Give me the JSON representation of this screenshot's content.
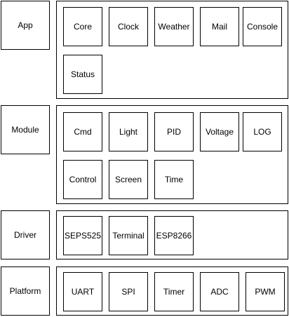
{
  "layers": [
    {
      "label": "App",
      "modules": [
        "Core",
        "Clock",
        "Weather",
        "Mail",
        "Console",
        "Status"
      ]
    },
    {
      "label": "Module",
      "modules": [
        "Cmd",
        "Light",
        "PID",
        "Voltage",
        "LOG",
        "Control",
        "Screen",
        "Time"
      ]
    },
    {
      "label": "Driver",
      "modules": [
        "SEPS525",
        "Terminal",
        "ESP8266"
      ]
    },
    {
      "label": "Platform",
      "modules": [
        "UART",
        "SPI",
        "Timer",
        "ADC",
        "PWM"
      ]
    }
  ]
}
